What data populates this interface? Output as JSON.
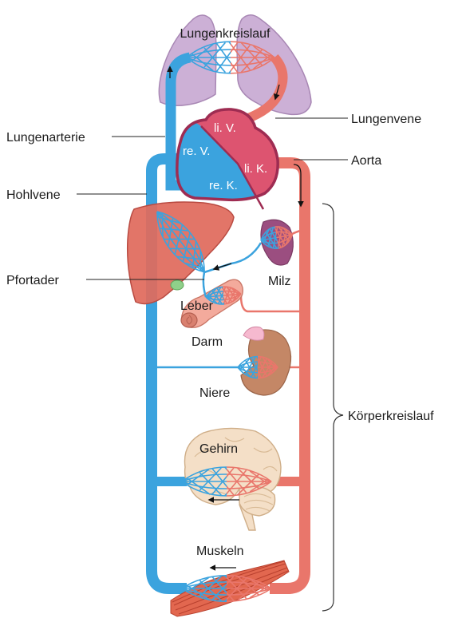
{
  "diagram": {
    "title": "Lungenkreislauf",
    "callouts": {
      "lungenarterie": "Lungenarterie",
      "lungenvene": "Lungenvene",
      "aorta": "Aorta",
      "hohlvene": "Hohlvene",
      "pfortader": "Pfortader",
      "koerperkreislauf": "Körperkreislauf"
    },
    "heart": {
      "left_atrium": "li. V.",
      "right_atrium": "re. V.",
      "left_ventricle": "li. K.",
      "right_ventricle": "re. K."
    },
    "organs": {
      "milz": "Milz",
      "leber": "Leber",
      "darm": "Darm",
      "niere": "Niere",
      "gehirn": "Gehirn",
      "muskeln": "Muskeln"
    }
  },
  "colors": {
    "arterial": "#e9766b",
    "venous": "#3ba3de",
    "lung": "#ccb0d6",
    "liver": "#e06a5d",
    "spleen": "#9b4e80",
    "kidney": "#c48766",
    "brain": "#f4dfc7",
    "muscle": "#e2674f",
    "heart-outline": "#9e2c52",
    "gallbladder": "#8fd08a",
    "intestine": "#f3aa9c",
    "adrenal": "#f6b9cf"
  }
}
